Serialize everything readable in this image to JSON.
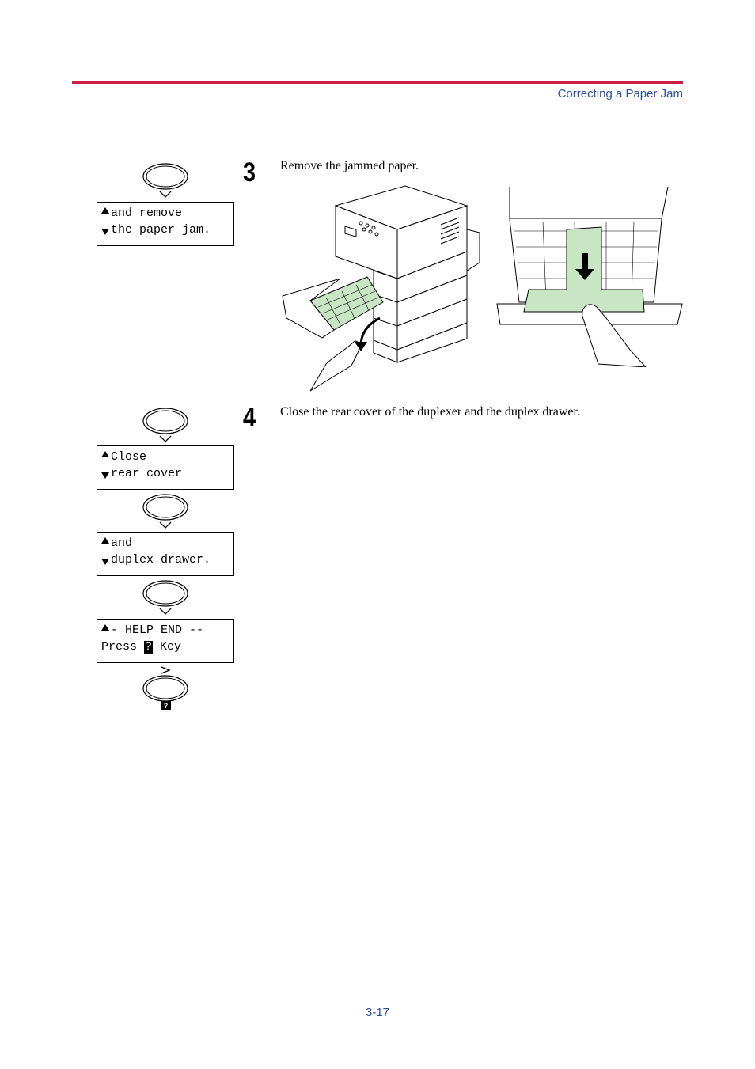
{
  "header": {
    "section_title": "Correcting a Paper Jam"
  },
  "footer": {
    "page_number": "3-17"
  },
  "steps": [
    {
      "number": "3",
      "text": "Remove the jammed paper."
    },
    {
      "number": "4",
      "text": "Close the rear cover of the duplexer and the duplex drawer."
    }
  ],
  "lcd_panels": [
    {
      "line1": "and remove",
      "line2": "the paper jam."
    },
    {
      "line1": "Close",
      "line2": "rear cover"
    },
    {
      "line1": "and",
      "line2": "duplex drawer."
    },
    {
      "line1": "- HELP END --",
      "line2_prefix": "Press ",
      "line2_key": "?",
      "line2_suffix": " Key"
    }
  ],
  "help_key_label": "?",
  "colors": {
    "accent_rule": "#cc1c4a",
    "header_text": "#2b4ea0",
    "paper_fill": "#c8e6c4"
  }
}
